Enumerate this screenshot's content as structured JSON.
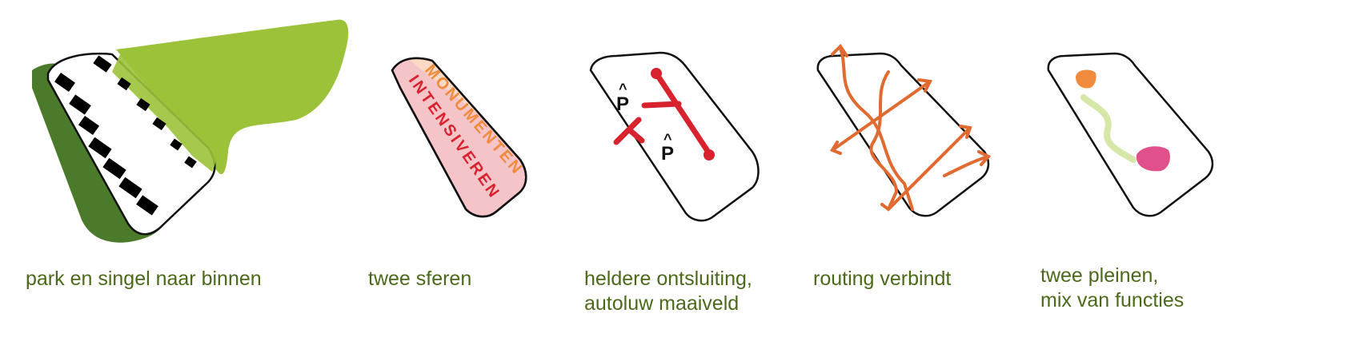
{
  "colors": {
    "caption": "#4a6a1a",
    "light_green": "#9cc23a",
    "dark_green": "#4a7a2a",
    "outline": "#111111",
    "building": "#000000",
    "peach": "#fbd9c2",
    "pink_light": "#f4c4c8",
    "orange": "#f08a3c",
    "red": "#d8232f",
    "routing": "#e06a30",
    "pale_green": "#d5e7a9",
    "magenta": "#e0508a"
  },
  "panels": [
    {
      "caption_lines": [
        "park en singel naar binnen"
      ],
      "icon": "park-site-plan"
    },
    {
      "caption_lines": [
        "twee sferen"
      ],
      "icon": "two-spheres",
      "labels": {
        "outer": "MONUMENTEN",
        "inner": "INTENSIVEREN"
      }
    },
    {
      "caption_lines": [
        "heldere ontsluiting,",
        "autoluw maaiveld"
      ],
      "icon": "access-road",
      "parking_labels": [
        "P",
        "P"
      ],
      "parking_marks": [
        "^",
        "^"
      ]
    },
    {
      "caption_lines": [
        "routing verbindt"
      ],
      "icon": "routing-arrows"
    },
    {
      "caption_lines": [
        "twee pleinen,",
        "mix van functies"
      ],
      "icon": "two-squares"
    }
  ]
}
